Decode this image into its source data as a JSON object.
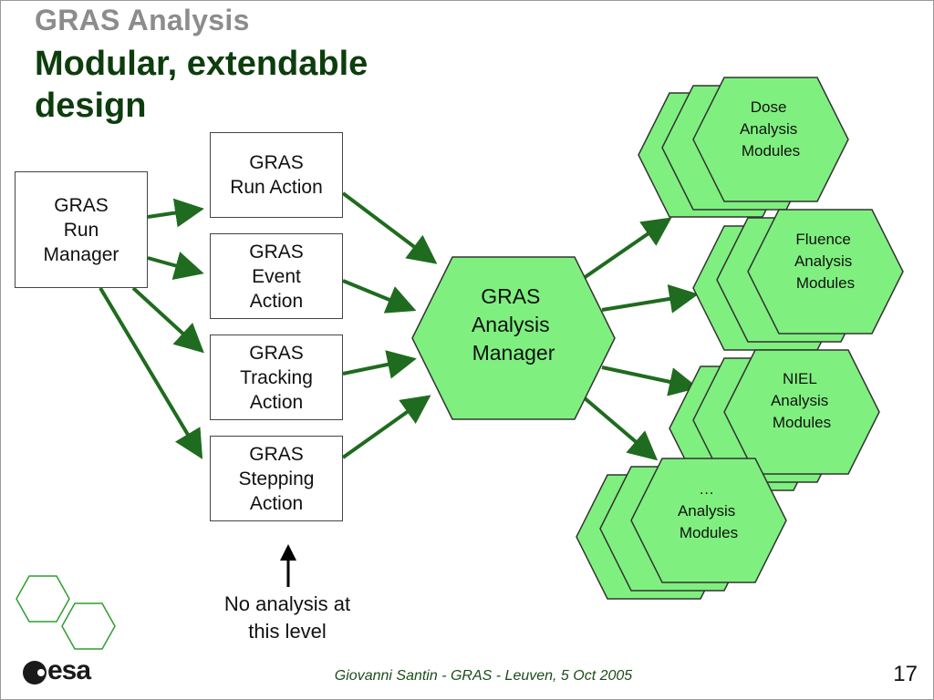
{
  "header": {
    "subtitle": "GRAS Analysis",
    "title": "Modular, extendable design"
  },
  "boxes": {
    "run_manager": "GRAS\nRun\nManager",
    "run_action": "GRAS\nRun   Action",
    "event_action": "GRAS\nEvent\nAction",
    "tracking_action": "GRAS\nTracking\nAction",
    "stepping_action": "GRAS\nStepping\nAction"
  },
  "analysis_manager": [
    "GRAS",
    "Analysis",
    "Manager"
  ],
  "modules": {
    "dose": [
      "Dose",
      "Analysis",
      "Modules"
    ],
    "fluence": [
      "Fluence",
      "Analysis",
      "Modules"
    ],
    "niel": [
      "NIEL",
      "Analysis",
      "Modules"
    ],
    "other": [
      "…",
      "Analysis",
      "Modules"
    ]
  },
  "note": "No analysis at\nthis level",
  "footer": {
    "text": "Giovanni Santin  -  GRAS  -  Leuven, 5 Oct 2005",
    "page": "17"
  },
  "logo": {
    "text": "esa",
    "icon": "esa-logo-icon"
  },
  "colors": {
    "hex_fill": "#7ff07f",
    "arrow": "#1f6b1f",
    "title_dark": "#0d3d0d",
    "title_grey": "#8c8c8c"
  }
}
